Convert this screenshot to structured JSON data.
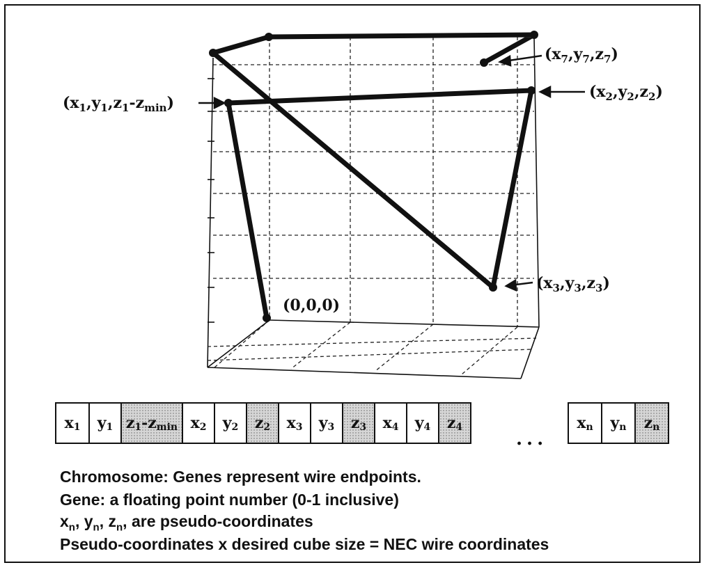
{
  "diagram": {
    "labels": {
      "p7": [
        "(x",
        "7",
        ",y",
        "7",
        ",z",
        "7",
        ")"
      ],
      "p2": [
        "(x",
        "2",
        ",y",
        "2",
        ",z",
        "2",
        ")"
      ],
      "p1": [
        "(x",
        "1",
        ",y",
        "1",
        ",z",
        "1",
        "-z",
        "min",
        ")"
      ],
      "p3": [
        "(x",
        "3",
        ",y",
        "3",
        ",z",
        "3",
        ")"
      ],
      "origin": "(0,0,0)"
    }
  },
  "chromosome": {
    "genes": [
      {
        "base": "x",
        "sub": "1",
        "kind": "x"
      },
      {
        "base": "y",
        "sub": "1",
        "kind": "y"
      },
      {
        "base": "z",
        "sub": "1",
        "extra": "-z",
        "extra_sub": "min",
        "kind": "z"
      },
      {
        "base": "x",
        "sub": "2",
        "kind": "x"
      },
      {
        "base": "y",
        "sub": "2",
        "kind": "y"
      },
      {
        "base": "z",
        "sub": "2",
        "kind": "z"
      },
      {
        "base": "x",
        "sub": "3",
        "kind": "x"
      },
      {
        "base": "y",
        "sub": "3",
        "kind": "y"
      },
      {
        "base": "z",
        "sub": "3",
        "kind": "z"
      },
      {
        "base": "x",
        "sub": "4",
        "kind": "x"
      },
      {
        "base": "y",
        "sub": "4",
        "kind": "y"
      },
      {
        "base": "z",
        "sub": "4",
        "kind": "z"
      }
    ],
    "ellipsis": "...",
    "tail_genes": [
      {
        "base": "x",
        "sub": "n",
        "kind": "x"
      },
      {
        "base": "y",
        "sub": "n",
        "kind": "y"
      },
      {
        "base": "z",
        "sub": "n",
        "kind": "z"
      }
    ]
  },
  "caption": {
    "line1": "Chromosome: Genes represent wire endpoints.",
    "line2": "Gene: a floating point number (0-1 inclusive)",
    "line3_parts": [
      "x",
      "n",
      ", y",
      "n",
      ", z",
      "n",
      ", are pseudo-coordinates"
    ],
    "line4": "Pseudo-coordinates x desired cube size = NEC wire coordinates"
  },
  "colors": {
    "line": "#111111",
    "shade": "#d6d6d6"
  }
}
